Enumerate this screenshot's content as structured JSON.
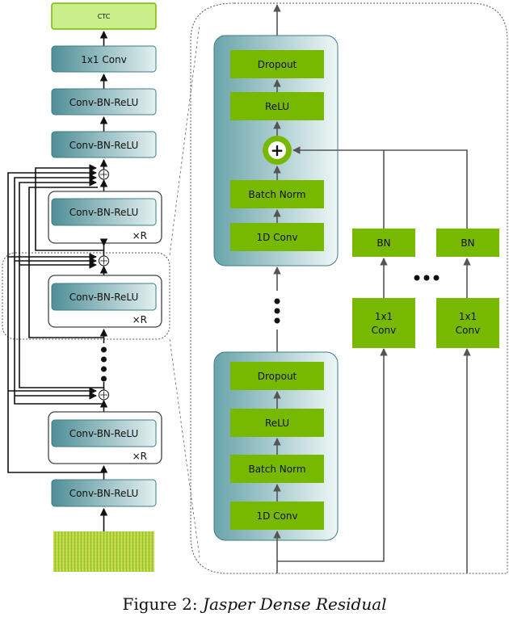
{
  "left": {
    "ctc": "CTC",
    "conv1x1": "1x1 Conv",
    "cbr_top1": "Conv-BN-ReLU",
    "cbr_top2": "Conv-BN-ReLU",
    "block1_cbr": "Conv-BN-ReLU",
    "block1_rep": "×R",
    "block2_cbr": "Conv-BN-ReLU",
    "block2_rep": "×R",
    "block3_cbr": "Conv-BN-ReLU",
    "block3_rep": "×R",
    "cbr_bottom": "Conv-BN-ReLU"
  },
  "right": {
    "top_block": {
      "dropout": "Dropout",
      "relu": "ReLU",
      "batchnorm": "Batch Norm",
      "conv1d": "1D Conv"
    },
    "bottom_block": {
      "dropout": "Dropout",
      "relu": "ReLU",
      "batchnorm": "Batch Norm",
      "conv1d": "1D Conv"
    },
    "bn1": "BN",
    "bn2": "BN",
    "conv1x1_a_l1": "1x1",
    "conv1x1_a_l2": "Conv",
    "conv1x1_b_l1": "1x1",
    "conv1x1_b_l2": "Conv",
    "plus": "+"
  },
  "caption": {
    "prefix": "Figure 2: ",
    "title": "Jasper Dense Residual"
  },
  "colors": {
    "green": "#76b900",
    "green_light": "#c8ef8a",
    "teal": "#5e9ea5",
    "teal_light": "#d6e9ea"
  }
}
